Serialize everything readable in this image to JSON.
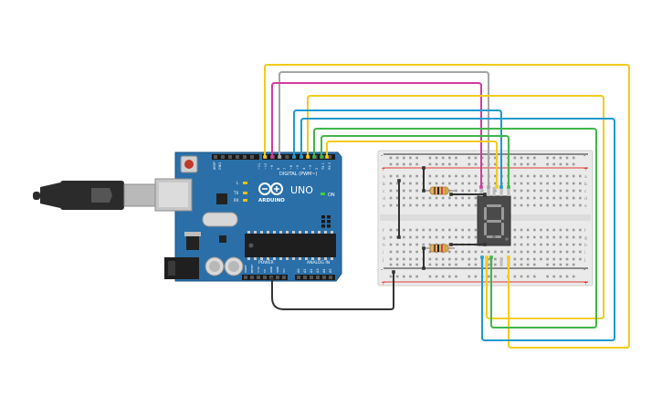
{
  "board": {
    "logo_text": "ARDUINO",
    "model_text": "UNO",
    "digital_header_label": "DIGITAL (PWM~)",
    "power_label": "POWER",
    "analog_label": "ANALOG IN",
    "on_label": "ON",
    "led_labels": [
      "L",
      "TX",
      "RX"
    ],
    "aref_label": "AREF",
    "gnd_label": "GND",
    "pin_numbers": [
      "~11",
      "~10",
      "~9",
      "8",
      "7",
      "~6",
      "~5",
      "4",
      "~3",
      "2",
      "TX 1",
      "RX 0"
    ],
    "power_pins": [
      "IOREF",
      "RESET",
      "3.3V",
      "5V",
      "GND",
      "GND",
      "Vin"
    ],
    "analog_pins": [
      "A0",
      "A1",
      "A2",
      "A3",
      "A4",
      "A5"
    ]
  },
  "breadboard": {
    "row_letters_top": [
      "a",
      "b",
      "c",
      "d",
      "e"
    ],
    "row_letters_bottom": [
      "f",
      "g",
      "h",
      "i",
      "j"
    ],
    "rail_plus": "+",
    "rail_minus": "-"
  },
  "display": {
    "digit": "8"
  },
  "colors": {
    "yellow": "#f2cb1d",
    "magenta": "#d33c9b",
    "gray": "#a5a5a5",
    "blue": "#1d9bcf",
    "green": "#41b649",
    "black": "#333333",
    "board": "#2a6fa8",
    "rail_red": "#e03c31",
    "rail_black": "#2b2b2b"
  }
}
